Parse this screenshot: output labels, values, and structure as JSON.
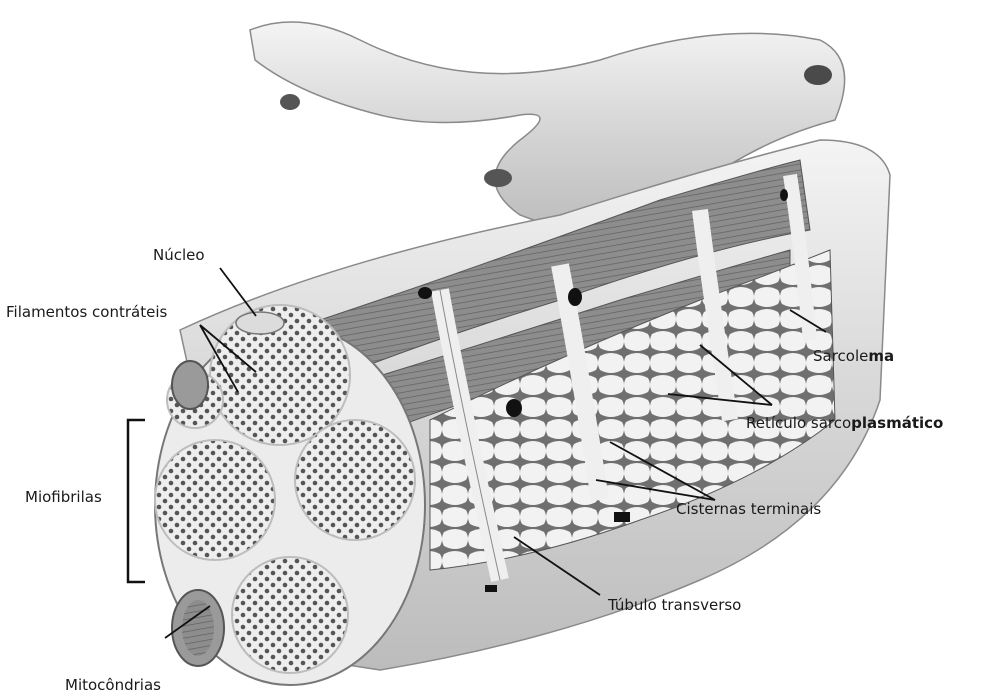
{
  "diagram": {
    "labels": {
      "nucleo": "Núcleo",
      "filamentos": "Filamentos contráteis",
      "miofibrilas": "Miofibrilas",
      "mitocondrias": "Mitocôndrias",
      "sarcolema_a": "Sarcole",
      "sarcolema_b": "ma",
      "reticulo_a": "Retículo sarco",
      "reticulo_b": "plasmático",
      "cisternas": "Cisternas terminais",
      "tubulo": "Túbulo transverso"
    }
  }
}
